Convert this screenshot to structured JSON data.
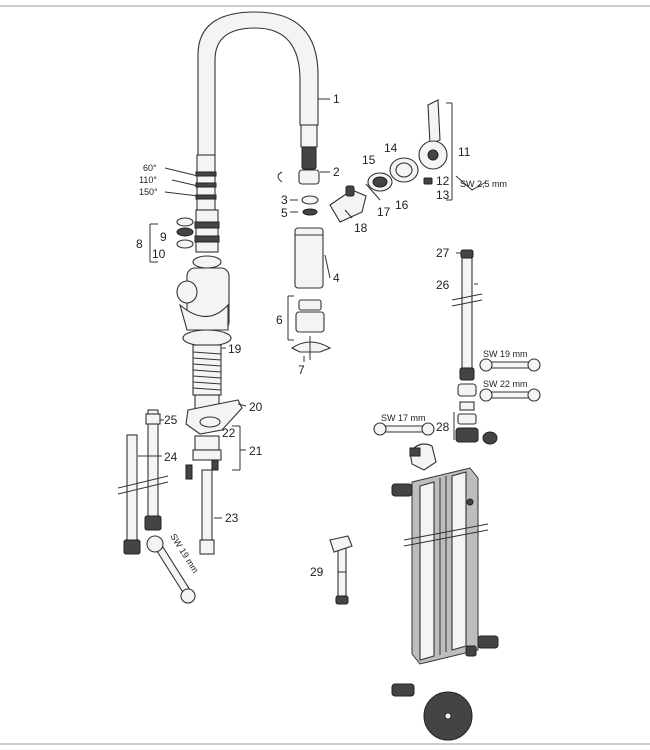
{
  "callouts": {
    "c1": "1",
    "c2": "2",
    "c3": "3",
    "c4": "4",
    "c5": "5",
    "c6": "6",
    "c7": "7",
    "c8": "8",
    "c9": "9",
    "c10": "10",
    "c11": "11",
    "c12": "12",
    "c13": "13",
    "c14": "14",
    "c15": "15",
    "c16": "16",
    "c17": "17",
    "c18": "18",
    "c19": "19",
    "c20": "20",
    "c21": "21",
    "c22": "22",
    "c23": "23",
    "c24": "24",
    "c25": "25",
    "c26": "26",
    "c27": "27",
    "c28": "28",
    "c29": "29"
  },
  "angles": {
    "a60": "60°",
    "a110": "110°",
    "a150": "150°"
  },
  "wrenches": {
    "sw25": "SW 2,5 mm",
    "sw19_top": "SW 19 mm",
    "sw22": "SW 22 mm",
    "sw17": "SW 17 mm",
    "sw19_bottom": "SW 19 mm"
  },
  "colors": {
    "line": "#333333",
    "part_fill": "#f4f4f4",
    "dark_part": "#444444",
    "frame": "#bdbdbd"
  }
}
